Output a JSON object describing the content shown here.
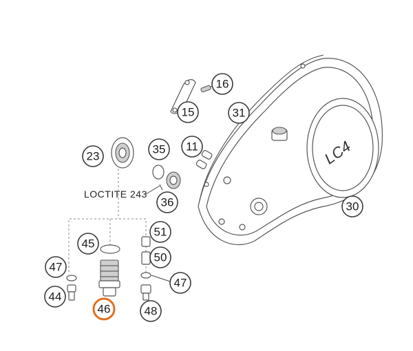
{
  "diagram": {
    "note_loctite": "LOCTITE 243",
    "cover_logo": "LC4",
    "callouts": {
      "c16": "16",
      "c15": "15",
      "c31": "31",
      "c23": "23",
      "c35": "35",
      "c11": "11",
      "c36": "36",
      "c30": "30",
      "c45": "45",
      "c51": "51",
      "c50": "50",
      "c47a": "47",
      "c47b": "47",
      "c44": "44",
      "c46": "46",
      "c48": "48"
    },
    "highlight_color": "#e0701e"
  }
}
